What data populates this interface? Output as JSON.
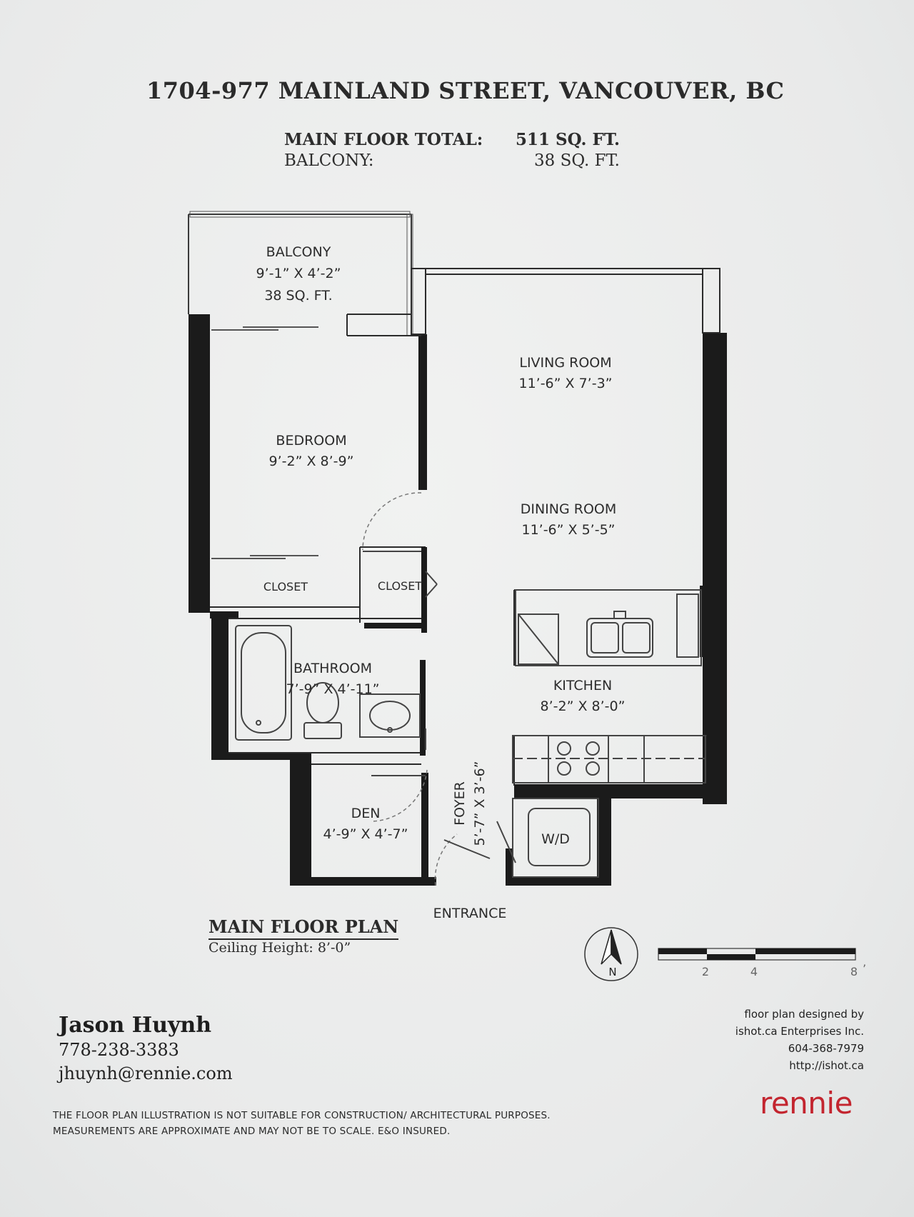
{
  "title": "1704-977 MAINLAND STREET, VANCOUVER, BC",
  "areas": {
    "main_label": "MAIN FLOOR TOTAL:",
    "main_value": "511 SQ. FT.",
    "balcony_label": "BALCONY:",
    "balcony_value": "38 SQ. FT."
  },
  "rooms": {
    "balcony": {
      "name": "BALCONY",
      "dims": "9’-1” X 4’-2”",
      "area": "38 SQ. FT."
    },
    "living": {
      "name": "LIVING ROOM",
      "dims": "11’-6” X 7’-3”"
    },
    "bedroom": {
      "name": "BEDROOM",
      "dims": "9’-2” X 8’-9”"
    },
    "dining": {
      "name": "DINING ROOM",
      "dims": "11’-6” X 5’-5”"
    },
    "closet1": {
      "name": "CLOSET"
    },
    "closet2": {
      "name": "CLOSET"
    },
    "bathroom": {
      "name": "BATHROOM",
      "dims": "7’-9” X 4’-11”"
    },
    "kitchen": {
      "name": "KITCHEN",
      "dims": "8’-2” X 8’-0”"
    },
    "den": {
      "name": "DEN",
      "dims": "4’-9” X 4’-7”"
    },
    "foyer": {
      "name": "FOYER",
      "dims": "5’-7” X 3’-6”"
    },
    "wd": {
      "name": "W/D"
    },
    "entrance": {
      "name": "ENTRANCE"
    }
  },
  "plan_caption": {
    "title": "MAIN FLOOR PLAN",
    "ceiling": "Ceiling Height: 8’-0”"
  },
  "compass": {
    "label": "N"
  },
  "scale_bar": {
    "ticks": [
      "2",
      "4",
      "8"
    ],
    "unit": "’"
  },
  "agent": {
    "name": "Jason Huynh",
    "phone": "778-238-3383",
    "email": "jhuynh@rennie.com"
  },
  "designer": {
    "line1": "floor plan designed by",
    "line2": "ishot.ca Enterprises Inc.",
    "phone": "604-368-7979",
    "url": "http://ishot.ca"
  },
  "brand": "rennie",
  "disclaimer": {
    "line1": "THE FLOOR PLAN ILLUSTRATION IS NOT SUITABLE FOR CONSTRUCTION/ ARCHITECTURAL PURPOSES.",
    "line2": "MEASUREMENTS ARE APPROXIMATE AND MAY NOT BE TO SCALE. E&O INSURED."
  },
  "colors": {
    "wall": "#1b1b1b",
    "brand": "#c3252f",
    "paper": "#ecedec"
  }
}
